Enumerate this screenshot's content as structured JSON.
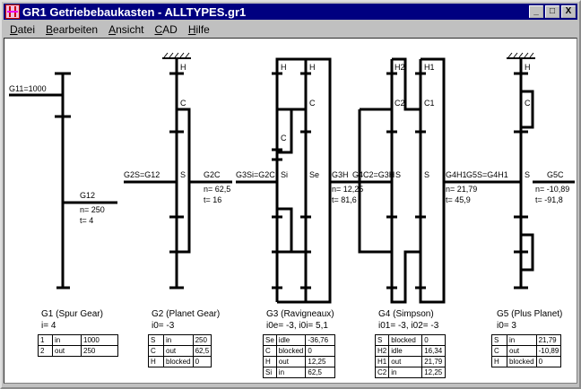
{
  "window": {
    "title": "GR1  Getriebebaukasten  -  ALLTYPES.gr1",
    "controls": [
      "_",
      "□",
      "X"
    ]
  },
  "menu": [
    "Datei",
    "Bearbeiten",
    "Ansicht",
    "CAD",
    "Hilfe"
  ],
  "diagram": {
    "g1": {
      "input": "G11=1000",
      "output": "G12",
      "n": "n= 250",
      "t": "t= 4"
    },
    "g2": {
      "H": "H",
      "C": "C",
      "S": "S",
      "input": "G2S=G12",
      "output": "G2C",
      "n": "n= 62,5",
      "t": "t= 16"
    },
    "g3": {
      "H1": "H",
      "H2": "H",
      "C1": "C",
      "C2": "C",
      "Si": "Si",
      "Se": "Se",
      "input": "G3Si=G2C",
      "output": "G3H",
      "n": "n= 12,25",
      "t": "t= 81,6"
    },
    "g4": {
      "H2": "H2",
      "H1": "H1",
      "C2": "C2",
      "C1": "C1",
      "S1": "S",
      "S2": "S",
      "input": "G4C2=G3H",
      "output": "G4H1",
      "n": "n= 21,79",
      "t": "t= 45,9"
    },
    "g5": {
      "H": "H",
      "C": "C",
      "S": "S",
      "input": "G5S=G4H1",
      "output": "G5C",
      "n": "n= -10,89",
      "t": "t= -91,8"
    }
  },
  "gears": [
    {
      "name": "G1 (Spur Gear)",
      "ratio": "i= 4",
      "rows": [
        [
          "1",
          "in",
          "1000"
        ],
        [
          "2",
          "out",
          "250"
        ]
      ]
    },
    {
      "name": "G2 (Planet Gear)",
      "ratio": "i0= -3",
      "rows": [
        [
          "S",
          "in",
          "250"
        ],
        [
          "C",
          "out",
          "62,5"
        ],
        [
          "H",
          "blocked",
          "0"
        ]
      ]
    },
    {
      "name": "G3 (Ravigneaux)",
      "ratio": "i0e= -3, i0i= 5,1",
      "rows": [
        [
          "Se",
          "idle",
          "-36,76"
        ],
        [
          "C",
          "blocked",
          "0"
        ],
        [
          "H",
          "out",
          "12,25"
        ],
        [
          "Si",
          "in",
          "62,5"
        ]
      ]
    },
    {
      "name": "G4 (Simpson)",
      "ratio": "i01= -3, i02= -3",
      "rows": [
        [
          "S",
          "blocked",
          "0"
        ],
        [
          "H2",
          "idle",
          "16,34"
        ],
        [
          "H1",
          "out",
          "21,79"
        ],
        [
          "C2",
          "in",
          "12,25"
        ]
      ]
    },
    {
      "name": "G5 (Plus Planet)",
      "ratio": "i0= 3",
      "rows": [
        [
          "S",
          "in",
          "21,79"
        ],
        [
          "C",
          "out",
          "-10,89"
        ],
        [
          "H",
          "blocked",
          "0"
        ]
      ]
    }
  ]
}
